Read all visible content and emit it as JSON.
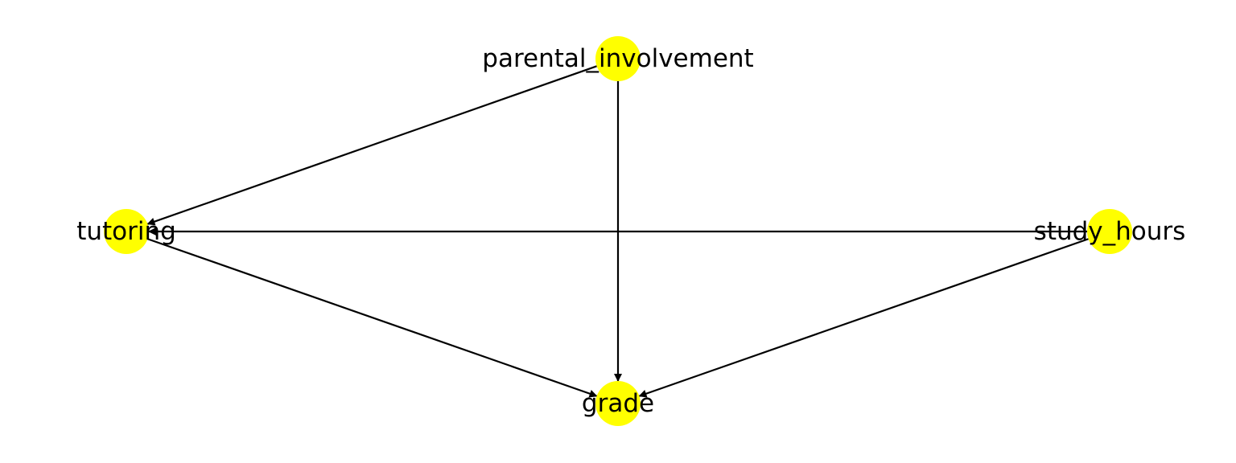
{
  "graph": {
    "node_color": "#ffff00",
    "edge_color": "#000000",
    "label_color": "#000000",
    "nodes": [
      {
        "id": "parental_involvement",
        "label": "parental_involvement"
      },
      {
        "id": "tutoring",
        "label": "tutoring"
      },
      {
        "id": "study_hours",
        "label": "study_hours"
      },
      {
        "id": "grade",
        "label": "grade"
      }
    ],
    "edges": [
      {
        "from": "parental_involvement",
        "to": "tutoring"
      },
      {
        "from": "parental_involvement",
        "to": "grade"
      },
      {
        "from": "study_hours",
        "to": "tutoring"
      },
      {
        "from": "study_hours",
        "to": "grade"
      },
      {
        "from": "tutoring",
        "to": "grade"
      }
    ]
  }
}
